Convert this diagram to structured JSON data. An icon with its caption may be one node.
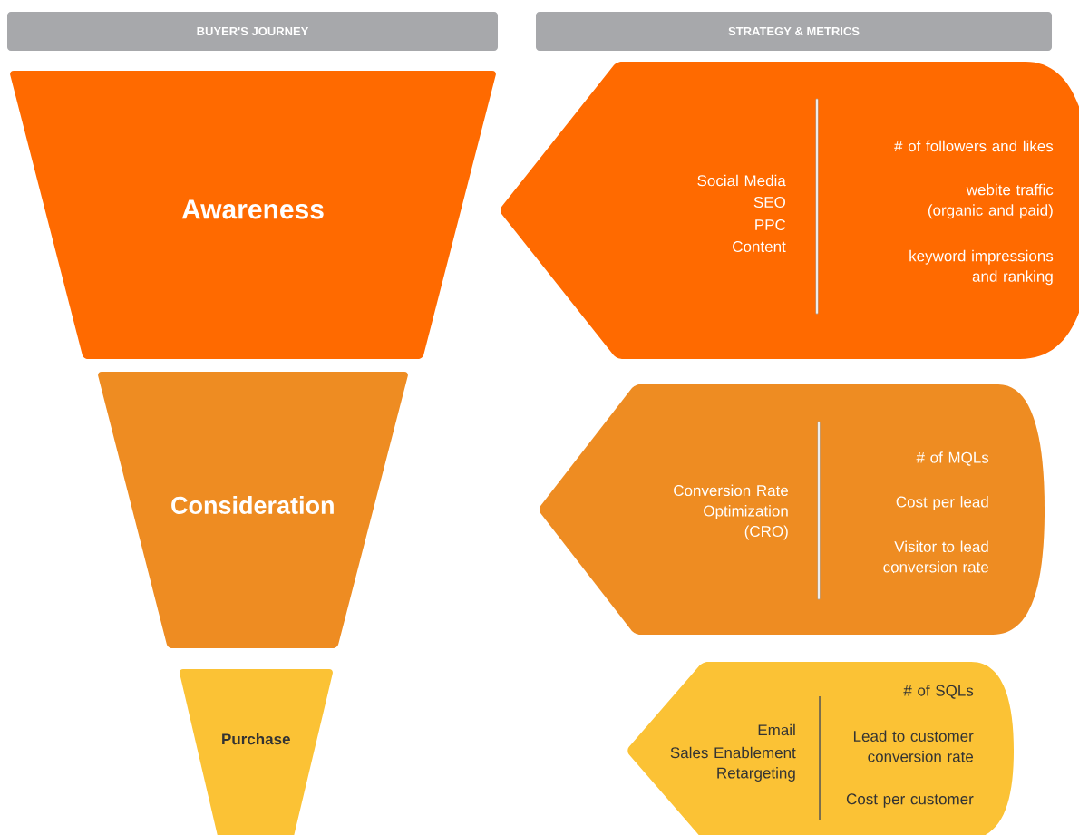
{
  "diagram": {
    "nodes": [
      {
        "text": [
          "BUYER'S JOURNEY"
        ]
      },
      {
        "text": [
          "STRATEGY & METRICS"
        ]
      },
      {
        "text": [
          "Awareness"
        ]
      },
      {
        "text": [
          "Social Media",
          "SEO",
          "PPC",
          "Content",
          "# of followers and likes",
          "webite traffic (organic and paid)",
          "keyword impressions and ranking"
        ]
      },
      {
        "text": [
          "Consideration"
        ]
      },
      {
        "text": [
          "Conversion Rate Optimization (CRO)",
          "# of MQLs",
          "Cost per lead",
          "Visitor to lead conversion rate"
        ]
      },
      {
        "text": [
          "Purchase"
        ]
      },
      {
        "text": [
          "Email",
          "Sales Enablement",
          "Retargeting",
          "# of SQLs",
          "Lead to customer conversion rate",
          "Cost per customer"
        ]
      }
    ]
  }
}
